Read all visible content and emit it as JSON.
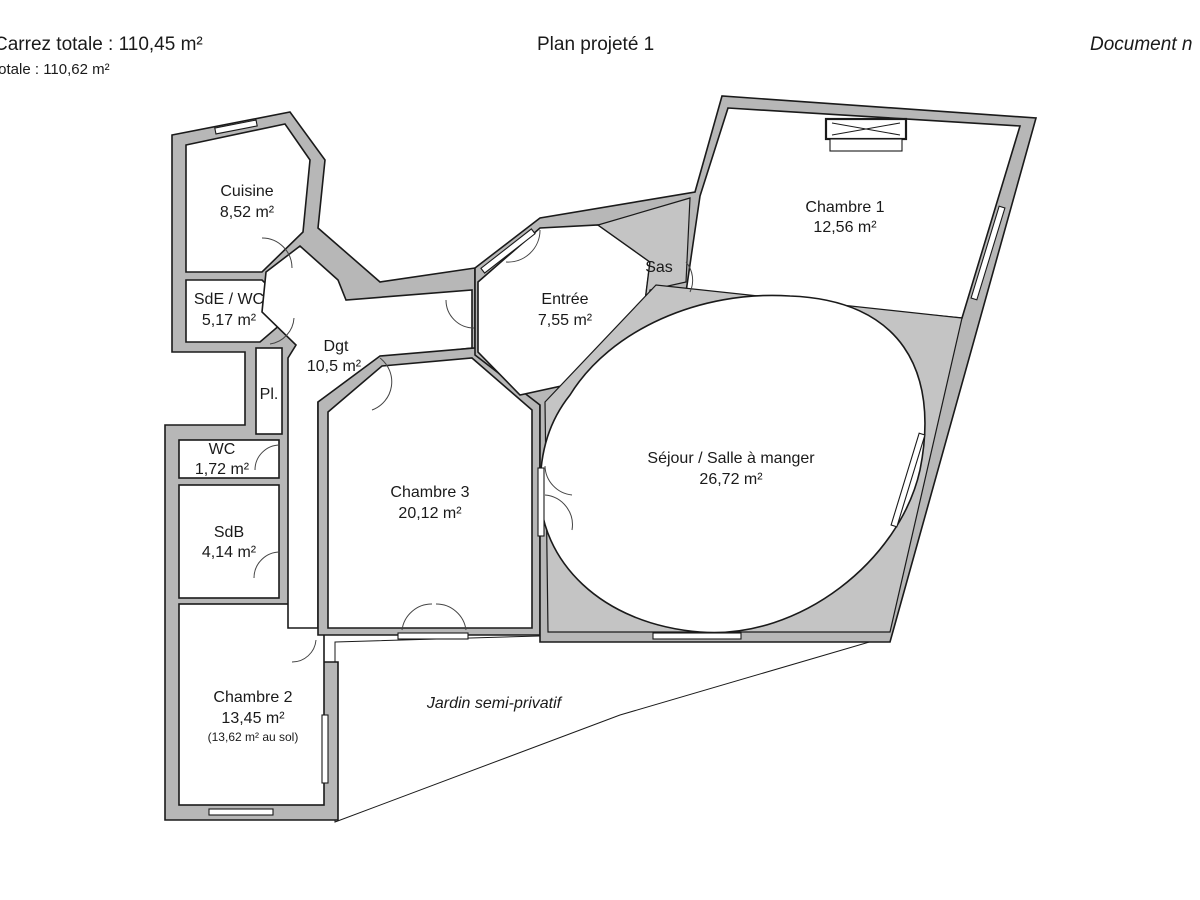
{
  "header": {
    "carrez_total": "Carrez totale : 110,45 m²",
    "surface_totale": "totale : 110,62 m²",
    "title": "Plan projeté 1",
    "document_note": "Document n"
  },
  "rooms": {
    "cuisine": {
      "name": "Cuisine",
      "area": "8,52 m²"
    },
    "sde_wc": {
      "name": "SdE / WC",
      "area": "5,17 m²"
    },
    "placard": {
      "name": "Pl."
    },
    "wc": {
      "name": "WC",
      "area": "1,72 m²"
    },
    "sdb": {
      "name": "SdB",
      "area": "4,14 m²"
    },
    "chambre2": {
      "name": "Chambre 2",
      "area": "13,45 m²",
      "floor_area": "(13,62 m² au sol)"
    },
    "dgt": {
      "name": "Dgt",
      "area": "10,5 m²"
    },
    "chambre3": {
      "name": "Chambre 3",
      "area": "20,12 m²"
    },
    "entree": {
      "name": "Entrée",
      "area": "7,55 m²"
    },
    "sas": {
      "name": "Sas"
    },
    "chambre1": {
      "name": "Chambre 1",
      "area": "12,56 m²"
    },
    "sejour": {
      "name": "Séjour / Salle à manger",
      "area": "26,72 m²"
    },
    "jardin": {
      "name": "Jardin semi-privatif"
    }
  },
  "colors": {
    "wall": "#b7b7b7",
    "line": "#1a1a1a",
    "room": "#ffffff"
  }
}
